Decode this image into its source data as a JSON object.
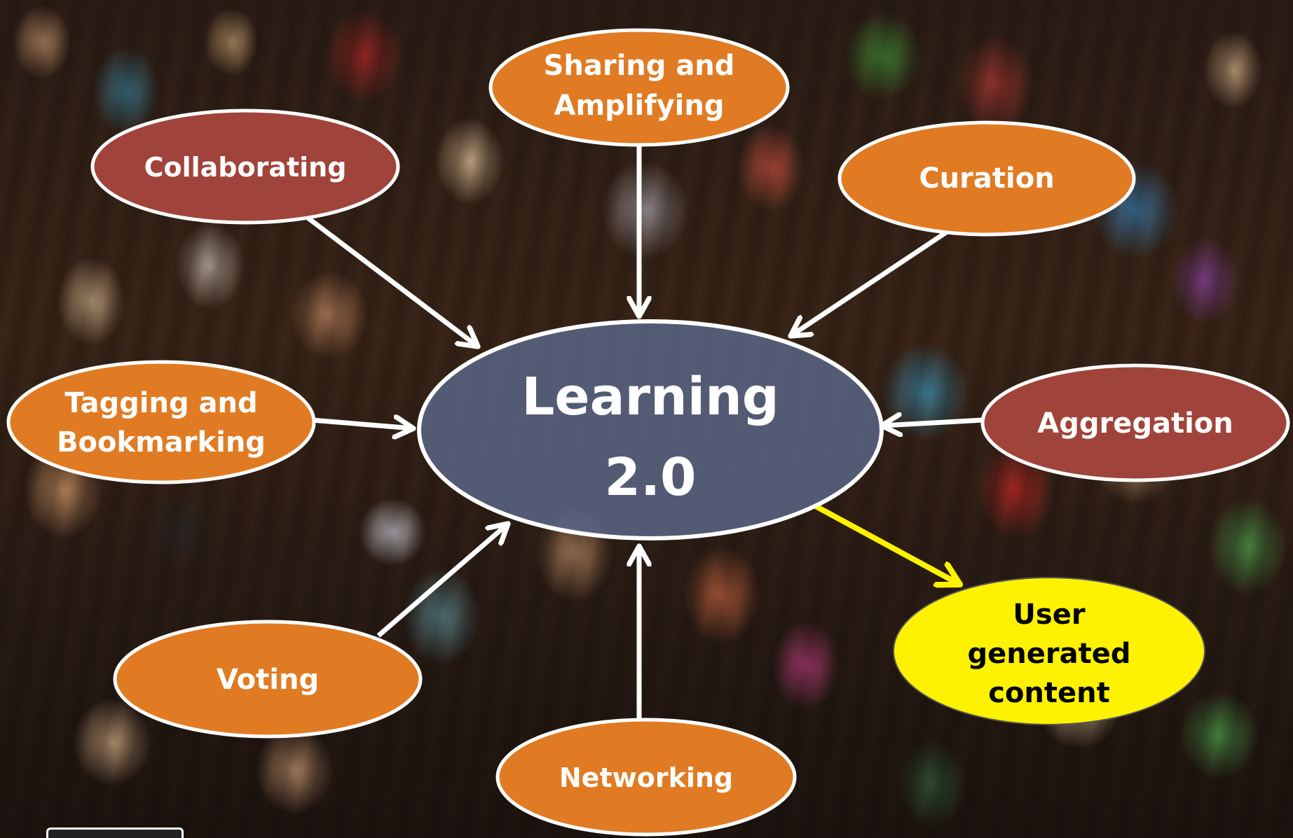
{
  "center": {
    "line1": "Learning",
    "line2": "2.0"
  },
  "nodes": [
    {
      "id": "sharing",
      "lines": [
        "Sharing and",
        "Amplifying"
      ],
      "color": "#E07B24"
    },
    {
      "id": "collaborating",
      "lines": [
        "Collaborating"
      ],
      "color": "#A0443B"
    },
    {
      "id": "curation",
      "lines": [
        "Curation"
      ],
      "color": "#E07B24"
    },
    {
      "id": "tagging",
      "lines": [
        "Tagging and",
        "Bookmarking"
      ],
      "color": "#E07B24"
    },
    {
      "id": "aggregation",
      "lines": [
        "Aggregation"
      ],
      "color": "#A0443B"
    },
    {
      "id": "voting",
      "lines": [
        "Voting"
      ],
      "color": "#E07B24"
    },
    {
      "id": "networking",
      "lines": [
        "Networking"
      ],
      "color": "#E07B24"
    },
    {
      "id": "ugc",
      "lines": [
        "User",
        "generated",
        "content"
      ],
      "color": "#FFF200"
    }
  ],
  "colors": {
    "orange": "#E07B24",
    "maroon": "#A0443B",
    "yellow": "#FFF200",
    "center_fill": "#5E6C8F",
    "arrow_white": "#FFFFFF",
    "arrow_yellow": "#FFF200"
  }
}
